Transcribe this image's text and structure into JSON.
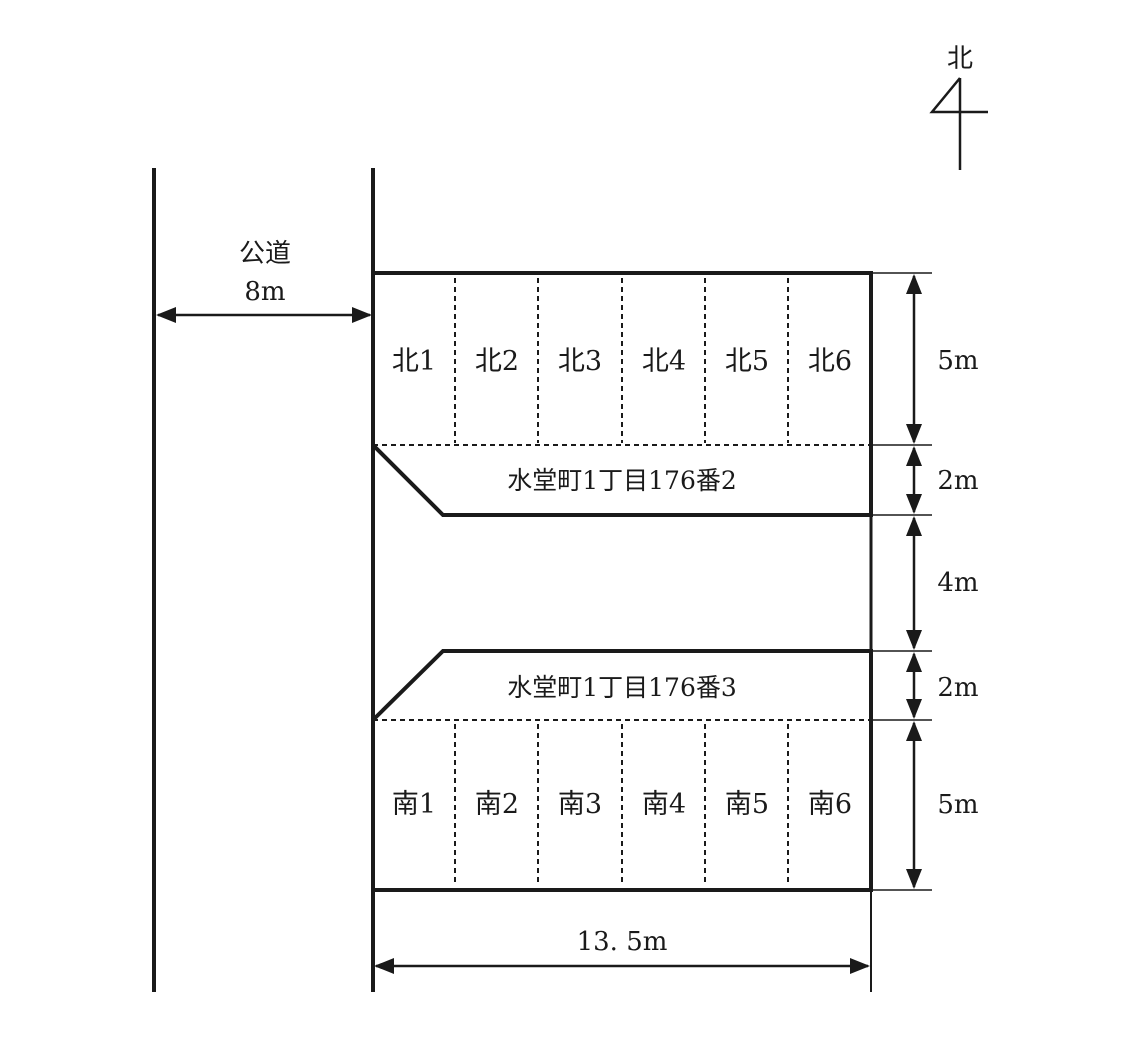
{
  "compass": {
    "label": "北"
  },
  "road": {
    "name": "公道",
    "width": "8m"
  },
  "north_spots": [
    "北1",
    "北2",
    "北3",
    "北4",
    "北5",
    "北6"
  ],
  "south_spots": [
    "南1",
    "南2",
    "南3",
    "南4",
    "南5",
    "南6"
  ],
  "lots": {
    "north": "水堂町1丁目176番2",
    "south": "水堂町1丁目176番3"
  },
  "dimensions": {
    "north_depth": "5m",
    "north_lot": "2m",
    "gap": "4m",
    "south_lot": "2m",
    "south_depth": "5m",
    "width": "13. 5m"
  },
  "colors": {
    "line": "#1a1a1a",
    "background": "#ffffff"
  }
}
